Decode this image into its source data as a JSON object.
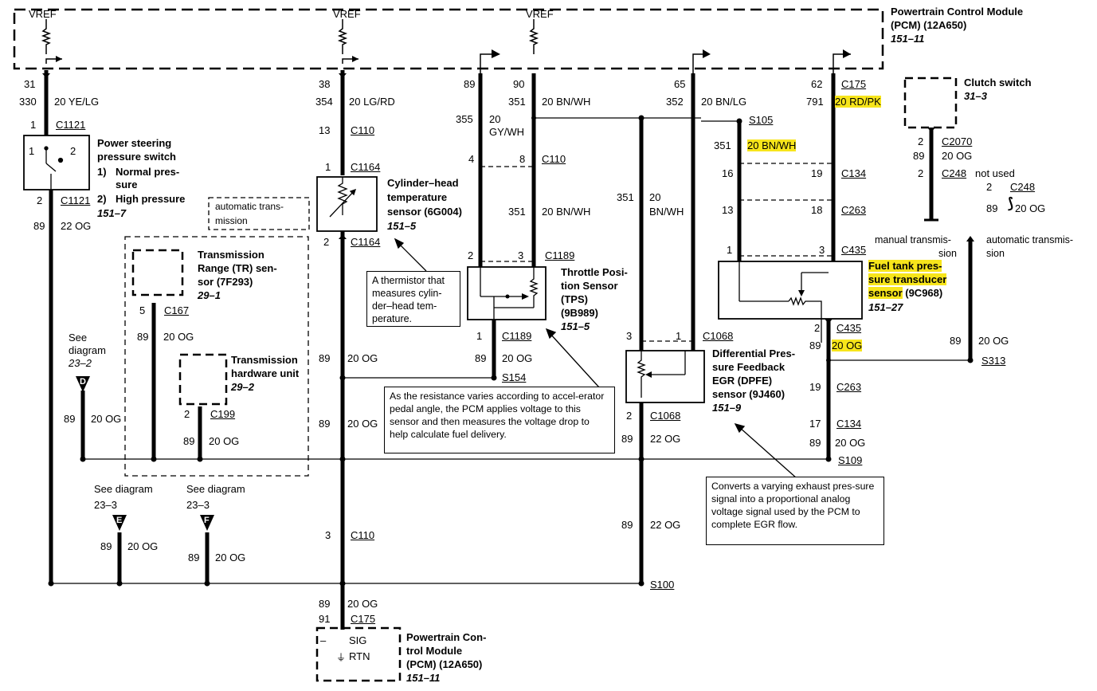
{
  "top_labels": {
    "vref": "VREF",
    "pcm_title": "Powertrain Control Module",
    "pcm_code": "(PCM) (12A650)",
    "pcm_ref": "151–11"
  },
  "col1": {
    "pin": "31",
    "circuit": "330",
    "wire": "20 YE/LG",
    "conn_pin": "1",
    "conn": "C1121",
    "conn2_pin": "2",
    "conn2": "C1121",
    "c89": "89",
    "wire2": "22 OG"
  },
  "ps_switch": {
    "title1": "Power steering",
    "title2": "pressure switch",
    "opt1a": "1)",
    "opt1b": "Normal pres-",
    "opt1c": "sure",
    "opt2a": "2)",
    "opt2b": "High pressure",
    "ref": "151–7",
    "p1": "1",
    "p2": "2"
  },
  "auto_label": {
    "line1": "automatic trans-",
    "line2": "mission"
  },
  "tr_sensor": {
    "title1": "Transmission",
    "title2": "Range (TR) sen-",
    "title3": "sor (7F293)",
    "ref": "29–1",
    "pin": "5",
    "conn": "C167",
    "c89": "89",
    "wire": "20 OG"
  },
  "thu": {
    "title1": "Transmission",
    "title2": "hardware unit",
    "ref": "29–2",
    "pin": "2",
    "conn": "C199",
    "c89": "89",
    "wire": "20 OG"
  },
  "see_d": {
    "l1": "See",
    "l2": "diagram",
    "ref": "23–2",
    "letter": "D",
    "c89": "89",
    "wire": "20 OG"
  },
  "see_e": {
    "l1": "See diagram",
    "ref": "23–3",
    "letter": "E",
    "c89": "89",
    "wire": "20 OG"
  },
  "see_f": {
    "l1": "See diagram",
    "ref": "23–3",
    "letter": "F",
    "c89": "89",
    "wire": "20 OG"
  },
  "col2": {
    "pin": "38",
    "circuit": "354",
    "wire": "20 LG/RD",
    "c110pin": "13",
    "c110": "C110",
    "c1164pin": "1",
    "c1164": "C1164",
    "c1164pin2": "2",
    "c1164b": "C1164",
    "c89a": "89",
    "wire_a": "20 OG",
    "c89b": "89",
    "wire_b": "20 OG",
    "c110pin3": "3",
    "c110b": "C110",
    "c89c": "89",
    "wire_c": "20 OG",
    "c91": "91",
    "c175": "C175"
  },
  "cht": {
    "title1": "Cylinder–head",
    "title2": "temperature",
    "title3": "sensor (6G004)",
    "ref": "151–5"
  },
  "thermistor_note": "A thermistor that measures cylin-der–head tem-perature.",
  "tps_col": {
    "p89": "89",
    "p90": "90",
    "c351": "351",
    "wire351": "20 BN/WH",
    "c355": "355",
    "w355a": "20",
    "w355b": "GY/WH",
    "p4": "4",
    "p8": "8",
    "c110": "C110",
    "c351b": "351",
    "wire351b": "20 BN/WH",
    "p2": "2",
    "p3": "3",
    "c1189": "C1189",
    "p1": "1",
    "c1189b": "C1189",
    "c89": "89",
    "wire89": "20 OG",
    "s154": "S154"
  },
  "tps": {
    "title1": "Throttle Posi-",
    "title2": "tion Sensor",
    "title3": "(TPS)",
    "title4": "(9B989)",
    "ref": "151–5"
  },
  "tps_note": "As the resistance varies according to accel-erator pedal angle, the PCM applies voltage to this sensor and then measures the voltage drop to help calculate fuel delivery.",
  "dpfe_col": {
    "p65": "65",
    "c352": "352",
    "wire352": "20 BN/LG",
    "c351": "351",
    "w351a": "20",
    "w351b": "BN/WH",
    "p3": "3",
    "p1": "1",
    "c1068": "C1068",
    "p2": "2",
    "c1068b": "C1068",
    "c89": "89",
    "wire89": "22 OG",
    "c89b": "89",
    "wire89b": "22 OG",
    "s100": "S100"
  },
  "dpfe": {
    "title1": "Differential Pres-",
    "title2": "sure Feedback",
    "title3": "EGR (DPFE)",
    "title4": "sensor (9J460)",
    "ref": "151–9"
  },
  "dpfe_note": "Converts a varying exhaust pres-sure signal into a proportional analog voltage signal used by the PCM to complete EGR flow.",
  "ftp_col": {
    "s105": "S105",
    "c351": "351",
    "wire351": "20 BN/WH",
    "p62": "62",
    "c175": "C175",
    "c791": "791",
    "wire791": "20 RD/PK",
    "p16": "16",
    "p19": "19",
    "c134": "C134",
    "p13": "13",
    "p18": "18",
    "c263": "C263",
    "p1": "1",
    "p3": "3",
    "c435": "C435",
    "p2": "2",
    "c435b": "C435",
    "c89": "89",
    "wire89": "20 OG",
    "p19b": "19",
    "c263b": "C263",
    "p17": "17",
    "c134b": "C134",
    "c89b": "89",
    "wire89b": "20 OG",
    "s109": "S109"
  },
  "ftp": {
    "title1": "Fuel tank pres-",
    "title2": "sure transducer",
    "title3": "sensor",
    "code": " (9C968)",
    "ref": "151–27"
  },
  "clutch": {
    "title": "Clutch switch",
    "ref": "31–3",
    "p2": "2",
    "c2070": "C2070",
    "c89": "89",
    "wire": "20 OG",
    "p2b": "2",
    "c248": "C248",
    "not_used": "not used",
    "p2c": "2",
    "c248b": "C248",
    "c89b": "89",
    "wire2": "20 OG",
    "manual1": "manual transmis-",
    "manual2": "sion",
    "auto1": "automatic transmis-",
    "auto2": "sion",
    "c89c": "89",
    "wire3": "20 OG",
    "s313": "S313"
  },
  "bottom_pcm": {
    "sig": "SIG",
    "rtn": "RTN",
    "minus": "–",
    "title1": "Powertrain Con-",
    "title2": "trol Module",
    "title3": "(PCM) (12A650)",
    "ref": "151–11"
  },
  "colors": {
    "highlight": "#f7e51b",
    "wire": "#000000"
  }
}
